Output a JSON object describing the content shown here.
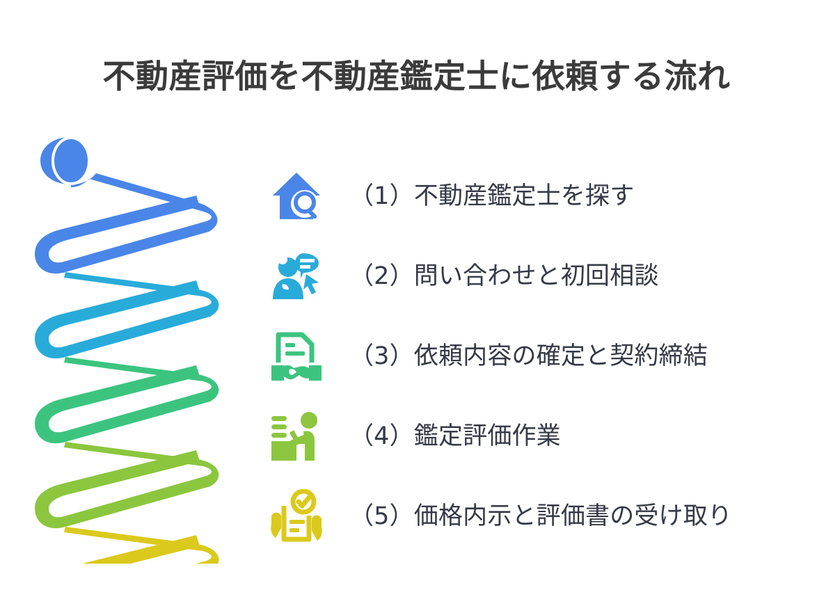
{
  "page": {
    "title": "不動産評価を不動産鑑定士に依頼する流れ",
    "background_color": "#ffffff",
    "title_color": "#3b3b3b",
    "text_color": "#353a45"
  },
  "spiral": {
    "name": "descending-spiral-ribbon",
    "band_colors": [
      "#4a86e8",
      "#29abd9",
      "#3cc47f",
      "#8cc63e",
      "#dbc91c"
    ],
    "band_count": 5
  },
  "steps": [
    {
      "number": "（1）",
      "label": "（1）不動産鑑定士を探す",
      "icon": "house-search-icon",
      "color": "#4a86e8"
    },
    {
      "number": "（2）",
      "label": "（2）問い合わせと初回相談",
      "icon": "person-inquiry-icon",
      "color": "#29abd9"
    },
    {
      "number": "（3）",
      "label": "（3）依頼内容の確定と契約締結",
      "icon": "document-handshake-icon",
      "color": "#3cc47f"
    },
    {
      "number": "（4）",
      "label": "（4）鑑定評価作業",
      "icon": "person-at-desk-icon",
      "color": "#8cc63e"
    },
    {
      "number": "（5）",
      "label": "（5）価格内示と評価書の受け取り",
      "icon": "hands-document-check-icon",
      "color": "#dbc91c"
    }
  ]
}
